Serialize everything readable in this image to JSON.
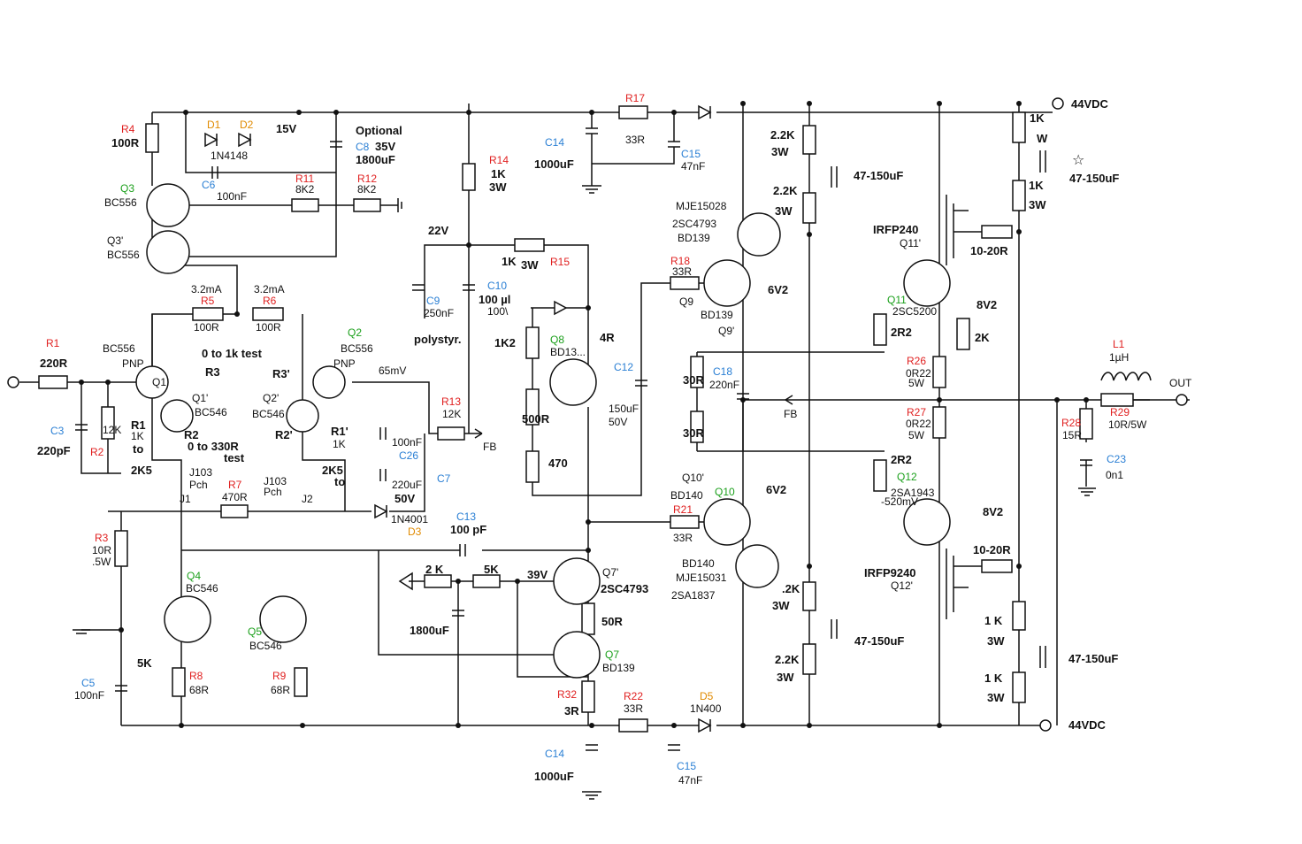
{
  "supply": {
    "pos": "44VDC",
    "neg": "44VDC",
    "out": "OUT",
    "fb": "FB"
  },
  "labels": [
    {
      "id": "R4",
      "t": "R4",
      "c": "red"
    },
    {
      "id": "R4v",
      "t": "100R",
      "c": "bold"
    },
    {
      "id": "D1",
      "t": "D1",
      "c": "orange"
    },
    {
      "id": "D2",
      "t": "D2",
      "c": "orange"
    },
    {
      "id": "Dv",
      "t": "1N4148"
    },
    {
      "id": "Z15",
      "t": "15V",
      "c": "bold"
    },
    {
      "id": "Opt",
      "t": "Optional",
      "c": "bold"
    },
    {
      "id": "C8",
      "t": "C8",
      "c": "blue"
    },
    {
      "id": "C8v1",
      "t": "35V",
      "c": "bold"
    },
    {
      "id": "C8v2",
      "t": "1800uF",
      "c": "bold"
    },
    {
      "id": "Q3",
      "t": "Q3",
      "c": "green"
    },
    {
      "id": "Q3v",
      "t": "BC556"
    },
    {
      "id": "C6",
      "t": "C6",
      "c": "blue"
    },
    {
      "id": "C6v",
      "t": "100nF"
    },
    {
      "id": "R11",
      "t": "R11",
      "c": "red"
    },
    {
      "id": "R11v",
      "t": "8K2"
    },
    {
      "id": "R12",
      "t": "R12",
      "c": "red"
    },
    {
      "id": "R12v",
      "t": "8K2"
    },
    {
      "id": "Q3p",
      "t": "Q3'"
    },
    {
      "id": "Q3pv",
      "t": "BC556"
    },
    {
      "id": "R14",
      "t": "R14",
      "c": "red"
    },
    {
      "id": "R14v1",
      "t": "1K",
      "c": "bold"
    },
    {
      "id": "R14v2",
      "t": "3W",
      "c": "bold"
    },
    {
      "id": "C14a",
      "t": "C14",
      "c": "blue"
    },
    {
      "id": "C14av",
      "t": "1000uF",
      "c": "bold"
    },
    {
      "id": "R17",
      "t": "R17",
      "c": "red"
    },
    {
      "id": "R17v",
      "t": "33R"
    },
    {
      "id": "C15a",
      "t": "C15",
      "c": "blue"
    },
    {
      "id": "C15av",
      "t": "47nF"
    },
    {
      "id": "V22",
      "t": "22V",
      "c": "bold"
    },
    {
      "id": "R15v",
      "t": "1K",
      "c": "bold"
    },
    {
      "id": "R15w",
      "t": "3W",
      "c": "bold"
    },
    {
      "id": "R15",
      "t": "R15",
      "c": "red"
    },
    {
      "id": "C9",
      "t": "C9",
      "c": "blue"
    },
    {
      "id": "C9v",
      "t": "250nF"
    },
    {
      "id": "C10",
      "t": "C10",
      "c": "blue"
    },
    {
      "id": "C10v",
      "t": "100 µl",
      "c": "bold"
    },
    {
      "id": "C10w",
      "t": "100\\"
    },
    {
      "id": "poly",
      "t": "polystyr.",
      "c": "bold"
    },
    {
      "id": "I1",
      "t": "3.2mA"
    },
    {
      "id": "I2",
      "t": "3.2mA"
    },
    {
      "id": "R5",
      "t": "R5",
      "c": "red"
    },
    {
      "id": "R5v",
      "t": "100R"
    },
    {
      "id": "R6",
      "t": "R6",
      "c": "red"
    },
    {
      "id": "R6v",
      "t": "100R"
    },
    {
      "id": "R1",
      "t": "R1",
      "c": "red"
    },
    {
      "id": "R1v",
      "t": "220R",
      "c": "bold"
    },
    {
      "id": "Q1t",
      "t": "BC556"
    },
    {
      "id": "PNP1",
      "t": "PNP"
    },
    {
      "id": "Q1",
      "t": "Q1"
    },
    {
      "id": "R3t",
      "t": "0 to 1k test",
      "c": "bold"
    },
    {
      "id": "R3",
      "t": "R3",
      "c": "bold"
    },
    {
      "id": "R3p",
      "t": "R3'",
      "c": "bold"
    },
    {
      "id": "Q2",
      "t": "Q2",
      "c": "green"
    },
    {
      "id": "Q2v",
      "t": "BC556"
    },
    {
      "id": "PNP2",
      "t": "PNP"
    },
    {
      "id": "mv65",
      "t": "65mV"
    },
    {
      "id": "Q1p",
      "t": "Q1'"
    },
    {
      "id": "Q1pv",
      "t": "BC546"
    },
    {
      "id": "Q2p",
      "t": "Q2'"
    },
    {
      "id": "Q2pv",
      "t": "BC546"
    },
    {
      "id": "C3",
      "t": "C3",
      "c": "blue"
    },
    {
      "id": "C3v",
      "t": "220pF",
      "c": "bold"
    },
    {
      "id": "R2",
      "t": "R2",
      "c": "red"
    },
    {
      "id": "R2k",
      "t": "12K"
    },
    {
      "id": "R1L",
      "t": "R1",
      "c": "bold"
    },
    {
      "id": "R1Lv",
      "t": "1K"
    },
    {
      "id": "R1Lto",
      "t": "to",
      "c": "bold"
    },
    {
      "id": "R1L2",
      "t": "2K5",
      "c": "bold"
    },
    {
      "id": "R2L",
      "t": "R2",
      "c": "bold"
    },
    {
      "id": "R2t",
      "t": "0  to  330R",
      "c": "bold"
    },
    {
      "id": "R2t2",
      "t": "test",
      "c": "bold"
    },
    {
      "id": "R2pL",
      "t": "R2'",
      "c": "bold"
    },
    {
      "id": "R1pL",
      "t": "R1'",
      "c": "bold"
    },
    {
      "id": "R1pv",
      "t": "1K"
    },
    {
      "id": "R1pto",
      "t": "to",
      "c": "bold"
    },
    {
      "id": "R1p2",
      "t": "2K5",
      "c": "bold"
    },
    {
      "id": "J1a",
      "t": "J103"
    },
    {
      "id": "J1b",
      "t": "Pch"
    },
    {
      "id": "J1",
      "t": "J1"
    },
    {
      "id": "J2a",
      "t": "J103"
    },
    {
      "id": "J2b",
      "t": "Pch"
    },
    {
      "id": "J2",
      "t": "J2"
    },
    {
      "id": "R7",
      "t": "R7",
      "c": "red"
    },
    {
      "id": "R7v",
      "t": "470R"
    },
    {
      "id": "C26v",
      "t": "100nF"
    },
    {
      "id": "C26",
      "t": "C26",
      "c": "blue"
    },
    {
      "id": "C26v2",
      "t": "220uF"
    },
    {
      "id": "C26v3",
      "t": "50V",
      "c": "bold"
    },
    {
      "id": "C7",
      "t": "C7",
      "c": "blue"
    },
    {
      "id": "R13",
      "t": "R13",
      "c": "red"
    },
    {
      "id": "R13v",
      "t": "12K"
    },
    {
      "id": "FB1",
      "t": "FB"
    },
    {
      "id": "D3v",
      "t": "1N4001"
    },
    {
      "id": "D3",
      "t": "D3",
      "c": "orange"
    },
    {
      "id": "R3L",
      "t": "R3",
      "c": "red"
    },
    {
      "id": "R3Lv",
      "t": "10R"
    },
    {
      "id": "R3Lw",
      "t": ".5W"
    },
    {
      "id": "Q4",
      "t": "Q4",
      "c": "green"
    },
    {
      "id": "Q4v",
      "t": "BC546"
    },
    {
      "id": "Q5",
      "t": "Q5",
      "c": "green"
    },
    {
      "id": "Q5v",
      "t": "BC546"
    },
    {
      "id": "P5K",
      "t": "5K",
      "c": "bold"
    },
    {
      "id": "R8",
      "t": "R8",
      "c": "red"
    },
    {
      "id": "R8v",
      "t": "68R"
    },
    {
      "id": "R9",
      "t": "R9",
      "c": "red"
    },
    {
      "id": "R9v",
      "t": "68R"
    },
    {
      "id": "C5",
      "t": "C5",
      "c": "blue"
    },
    {
      "id": "C5v",
      "t": "100nF"
    },
    {
      "id": "C13",
      "t": "C13",
      "c": "blue"
    },
    {
      "id": "C13v",
      "t": "100 pF",
      "c": "bold"
    },
    {
      "id": "R2K",
      "t": "2 K",
      "c": "bold"
    },
    {
      "id": "R5K",
      "t": "5K",
      "c": "bold"
    },
    {
      "id": "V39",
      "t": "39V",
      "c": "bold"
    },
    {
      "id": "C1800",
      "t": "1800uF",
      "c": "bold"
    },
    {
      "id": "Q7p",
      "t": "Q7'"
    },
    {
      "id": "Q7pv",
      "t": "2SC4793",
      "c": "bold"
    },
    {
      "id": "R50",
      "t": "50R",
      "c": "bold"
    },
    {
      "id": "Q7",
      "t": "Q7",
      "c": "green"
    },
    {
      "id": "Q7v",
      "t": "BD139"
    },
    {
      "id": "R32",
      "t": "R32",
      "c": "red"
    },
    {
      "id": "R32v",
      "t": "3R",
      "c": "bold"
    },
    {
      "id": "R22",
      "t": "R22",
      "c": "red"
    },
    {
      "id": "R22v",
      "t": "33R"
    },
    {
      "id": "D5",
      "t": "D5",
      "c": "orange"
    },
    {
      "id": "D5v",
      "t": "1N400"
    },
    {
      "id": "C14b",
      "t": "C14",
      "c": "blue"
    },
    {
      "id": "C14bv",
      "t": "1000uF",
      "c": "bold"
    },
    {
      "id": "C15b",
      "t": "C15",
      "c": "blue"
    },
    {
      "id": "C15bv",
      "t": "47nF"
    },
    {
      "id": "R1K2",
      "t": "1K2",
      "c": "bold"
    },
    {
      "id": "Q8",
      "t": "Q8",
      "c": "green"
    },
    {
      "id": "Q8v",
      "t": "BD13..."
    },
    {
      "id": "R4R",
      "t": "4R",
      "c": "bold"
    },
    {
      "id": "C12",
      "t": "C12",
      "c": "blue"
    },
    {
      "id": "C12v",
      "t": "150uF"
    },
    {
      "id": "C12w",
      "t": "50V"
    },
    {
      "id": "P500",
      "t": "500R",
      "c": "bold"
    },
    {
      "id": "R470",
      "t": "470",
      "c": "bold"
    },
    {
      "id": "MJE1",
      "t": "MJE15028"
    },
    {
      "id": "SC1",
      "t": "2SC4793"
    },
    {
      "id": "BD1",
      "t": "BD139"
    },
    {
      "id": "R18",
      "t": "R18",
      "c": "red"
    },
    {
      "id": "R18v",
      "t": "33R"
    },
    {
      "id": "Q9",
      "t": "Q9"
    },
    {
      "id": "Q9v",
      "t": "BD139"
    },
    {
      "id": "Q9p",
      "t": "Q9'"
    },
    {
      "id": "R30a",
      "t": "30R",
      "c": "bold"
    },
    {
      "id": "R30b",
      "t": "30R",
      "c": "bold"
    },
    {
      "id": "C18",
      "t": "C18",
      "c": "blue"
    },
    {
      "id": "C18v",
      "t": "220nF"
    },
    {
      "id": "FB2",
      "t": "FB"
    },
    {
      "id": "Q10p",
      "t": "Q10'"
    },
    {
      "id": "Q10b",
      "t": "BD140"
    },
    {
      "id": "Q10",
      "t": "Q10",
      "c": "green"
    },
    {
      "id": "R21",
      "t": "R21",
      "c": "red"
    },
    {
      "id": "R21v",
      "t": "33R"
    },
    {
      "id": "BD140b",
      "t": "BD140"
    },
    {
      "id": "MJE2",
      "t": "MJE15031"
    },
    {
      "id": "SA1",
      "t": "2SA1837"
    },
    {
      "id": "R22K1",
      "t": "2.2K",
      "c": "bold"
    },
    {
      "id": "R3W1",
      "t": "3W",
      "c": "bold"
    },
    {
      "id": "R22K2",
      "t": "2.2K",
      "c": "bold"
    },
    {
      "id": "R3W2",
      "t": "3W",
      "c": "bold"
    },
    {
      "id": "Z62a",
      "t": "6V2",
      "c": "bold"
    },
    {
      "id": "Z62b",
      "t": "6V2",
      "c": "bold"
    },
    {
      "id": "R22K3",
      "t": ".2K",
      "c": "bold"
    },
    {
      "id": "R3W3",
      "t": "3W",
      "c": "bold"
    },
    {
      "id": "R22K4",
      "t": "2.2K",
      "c": "bold"
    },
    {
      "id": "R3W4",
      "t": "3W",
      "c": "bold"
    },
    {
      "id": "C47a",
      "t": "47-150uF",
      "c": "bold"
    },
    {
      "id": "C47b",
      "t": "47-150uF",
      "c": "bold"
    },
    {
      "id": "C47c",
      "t": "47-150uF",
      "c": "bold"
    },
    {
      "id": "C47d",
      "t": "47-150uF",
      "c": "bold"
    },
    {
      "id": "IRF1",
      "t": "IRFP240",
      "c": "bold"
    },
    {
      "id": "Q11p",
      "t": "Q11'"
    },
    {
      "id": "Q11",
      "t": "Q11",
      "c": "green"
    },
    {
      "id": "Q11v",
      "t": "2SC5200"
    },
    {
      "id": "R2R2a",
      "t": "2R2",
      "c": "bold"
    },
    {
      "id": "R2R2b",
      "t": "2R2",
      "c": "bold"
    },
    {
      "id": "R26",
      "t": "R26",
      "c": "red"
    },
    {
      "id": "R26v",
      "t": "0R22"
    },
    {
      "id": "R26w",
      "t": "5W"
    },
    {
      "id": "R27",
      "t": "R27",
      "c": "red"
    },
    {
      "id": "R27v",
      "t": "0R22"
    },
    {
      "id": "R27w",
      "t": "5W"
    },
    {
      "id": "Q12",
      "t": "Q12",
      "c": "green"
    },
    {
      "id": "Q12v",
      "t": "2SA1943"
    },
    {
      "id": "mv520",
      "t": "-520mV"
    },
    {
      "id": "IRF2",
      "t": "IRFP9240",
      "c": "bold"
    },
    {
      "id": "Q12p",
      "t": "Q12'"
    },
    {
      "id": "R1020a",
      "t": "10-20R",
      "c": "bold"
    },
    {
      "id": "R1020b",
      "t": "10-20R",
      "c": "bold"
    },
    {
      "id": "Z82a",
      "t": "8V2",
      "c": "bold"
    },
    {
      "id": "Z82b",
      "t": "8V2",
      "c": "bold"
    },
    {
      "id": "R2Kr",
      "t": "2K",
      "c": "bold"
    },
    {
      "id": "R1Ka",
      "t": "1K",
      "c": "bold"
    },
    {
      "id": "Wa",
      "t": "W",
      "c": "bold"
    },
    {
      "id": "R1Kb",
      "t": "1K",
      "c": "bold"
    },
    {
      "id": "R3Wb",
      "t": "3W",
      "c": "bold"
    },
    {
      "id": "R1Kc",
      "t": "1 K",
      "c": "bold"
    },
    {
      "id": "R3Wc",
      "t": "3W",
      "c": "bold"
    },
    {
      "id": "R1Kd",
      "t": "1 K",
      "c": "bold"
    },
    {
      "id": "R3Wd",
      "t": "3W",
      "c": "bold"
    },
    {
      "id": "L1",
      "t": "L1",
      "c": "red"
    },
    {
      "id": "L1v",
      "t": "1µH"
    },
    {
      "id": "R28",
      "t": "R28",
      "c": "red"
    },
    {
      "id": "R28v",
      "t": "15R"
    },
    {
      "id": "R29",
      "t": "R29",
      "c": "red"
    },
    {
      "id": "R29v",
      "t": "10R/5W"
    },
    {
      "id": "C23",
      "t": "C23",
      "c": "blue"
    },
    {
      "id": "C23v",
      "t": "0n1"
    }
  ]
}
